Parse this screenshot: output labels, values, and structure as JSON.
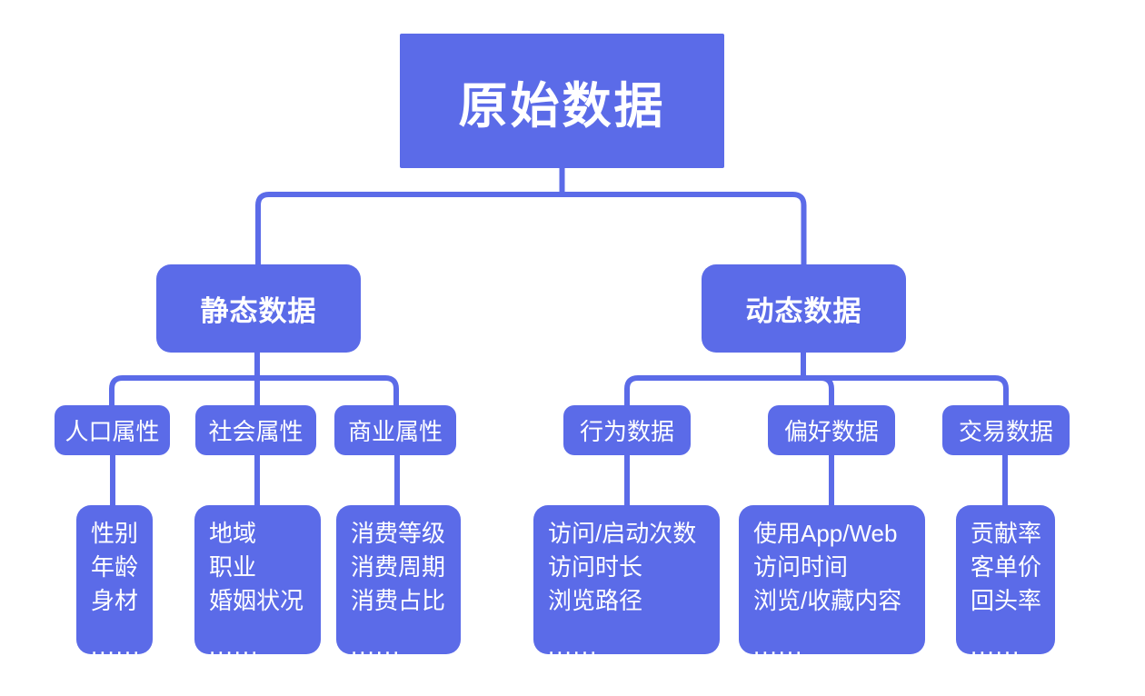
{
  "diagram": {
    "type": "tree",
    "colors": {
      "node_fill": "#5B6BE8",
      "node_text": "#FFFFFF",
      "connector": "#5B6BE8",
      "background": "#FFFFFF"
    },
    "root_label": "原始数据",
    "branches": [
      {
        "label": "静态数据",
        "children": [
          {
            "label": "人口属性",
            "items": [
              "性别",
              "年龄",
              "身材",
              "......"
            ]
          },
          {
            "label": "社会属性",
            "items": [
              "地域",
              "职业",
              "婚姻状况",
              "......"
            ]
          },
          {
            "label": "商业属性",
            "items": [
              "消费等级",
              "消费周期",
              "消费占比",
              "......"
            ]
          }
        ]
      },
      {
        "label": "动态数据",
        "children": [
          {
            "label": "行为数据",
            "items": [
              "访问/启动次数",
              "访问时长",
              "浏览路径",
              "......"
            ]
          },
          {
            "label": "偏好数据",
            "items": [
              "使用App/Web",
              "访问时间",
              "浏览/收藏内容",
              "......"
            ]
          },
          {
            "label": "交易数据",
            "items": [
              "贡献率",
              "客单价",
              "回头率",
              "......"
            ]
          }
        ]
      }
    ]
  }
}
